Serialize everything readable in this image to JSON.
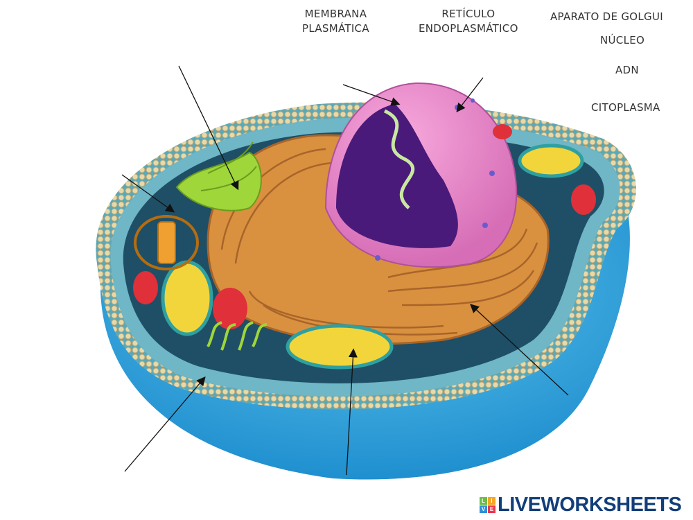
{
  "labels": {
    "membrana": [
      "MEMBRANA",
      "PLASMÁTICA"
    ],
    "reticulo": [
      "RETÍCULO",
      "ENDOPLASMÁTICO"
    ],
    "golgi": "APARATO DE GOLGUI",
    "nucleo": "NÚCLEO",
    "adn": "ADN",
    "citoplasma": "CITOPLASMA"
  },
  "logo": {
    "tiles": [
      "L",
      "I",
      "V",
      "E"
    ],
    "tile_colors": [
      "#6cbd45",
      "#f5a623",
      "#2f8fd8",
      "#e8384f"
    ],
    "text": "LIVEWORKSHEETS",
    "color": "#123e7a"
  }
}
